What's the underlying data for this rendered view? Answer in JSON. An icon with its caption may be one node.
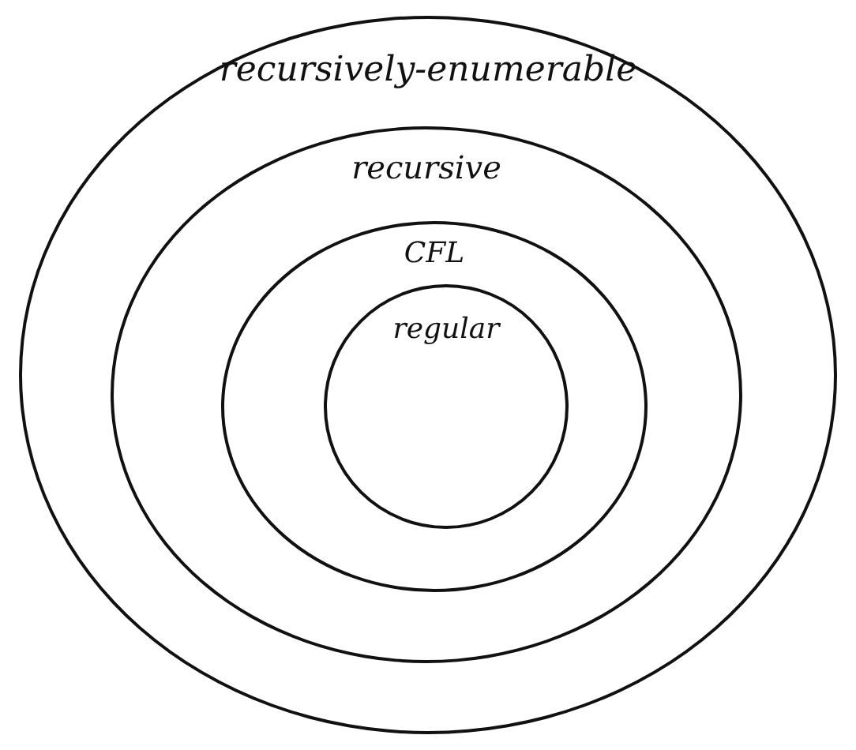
{
  "diagram": {
    "nodes": [
      {
        "text": [
          "recursively-enumerable"
        ]
      },
      {
        "text": [
          "recursive"
        ],
        "in": 0
      },
      {
        "text": [
          "CFL"
        ],
        "in": 1
      },
      {
        "text": [
          "regular"
        ],
        "in": 2
      }
    ]
  }
}
